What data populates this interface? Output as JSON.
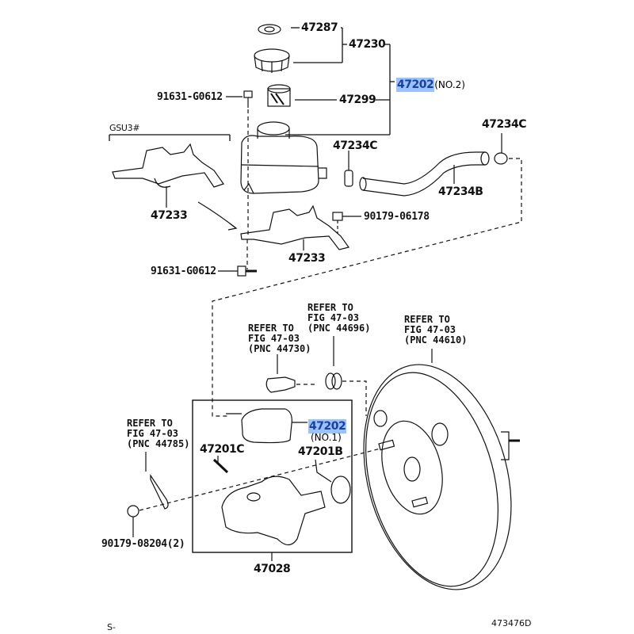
{
  "diagram": {
    "highlight_color": "#99c2ff",
    "highlight_text_color": "#1a3fa0",
    "labels": {
      "p47287": "47287",
      "p47230": "47230",
      "p47202_top": "47202",
      "p47202_top_note": "(NO.2)",
      "p47299": "47299",
      "p91631_top": "91631-G0612",
      "gsu3": "GSU3#",
      "p47234c_left": "47234C",
      "p47234c_right": "47234C",
      "p47234b": "47234B",
      "p47233_left": "47233",
      "p47233_right": "47233",
      "p90179_06178": "90179-06178",
      "p91631_bottom": "91631-G0612",
      "p47202_bottom": "47202",
      "p47202_bottom_note": "(NO.1)",
      "p47201c": "47201C",
      "p47201b": "47201B",
      "p90179_08204": "90179-08204(2)",
      "p47028": "47028"
    },
    "refs": {
      "ref_44730": "REFER TO\nFIG 47-03\n(PNC 44730)",
      "ref_44696": "REFER TO\nFIG 47-03\n(PNC 44696)",
      "ref_44610": "REFER TO\nFIG 47-03\n(PNC 44610)",
      "ref_44785": "REFER TO\nFIG 47-03\n(PNC 44785)"
    },
    "footer": {
      "left": "S-",
      "right": "473476D"
    }
  }
}
